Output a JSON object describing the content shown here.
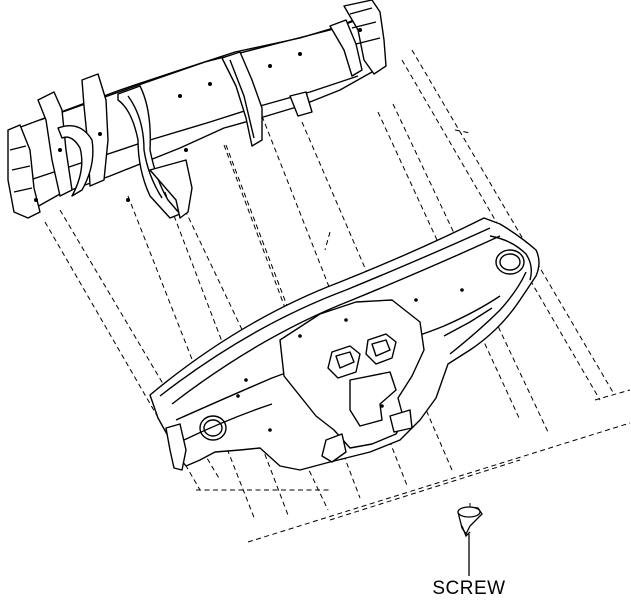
{
  "diagram": {
    "label_screw": "SCREW",
    "line_color": "#000000",
    "background": "#ffffff",
    "parts": [
      "dashboard-reinforcement-frame",
      "dashboard-panel",
      "screw-fastener"
    ]
  }
}
